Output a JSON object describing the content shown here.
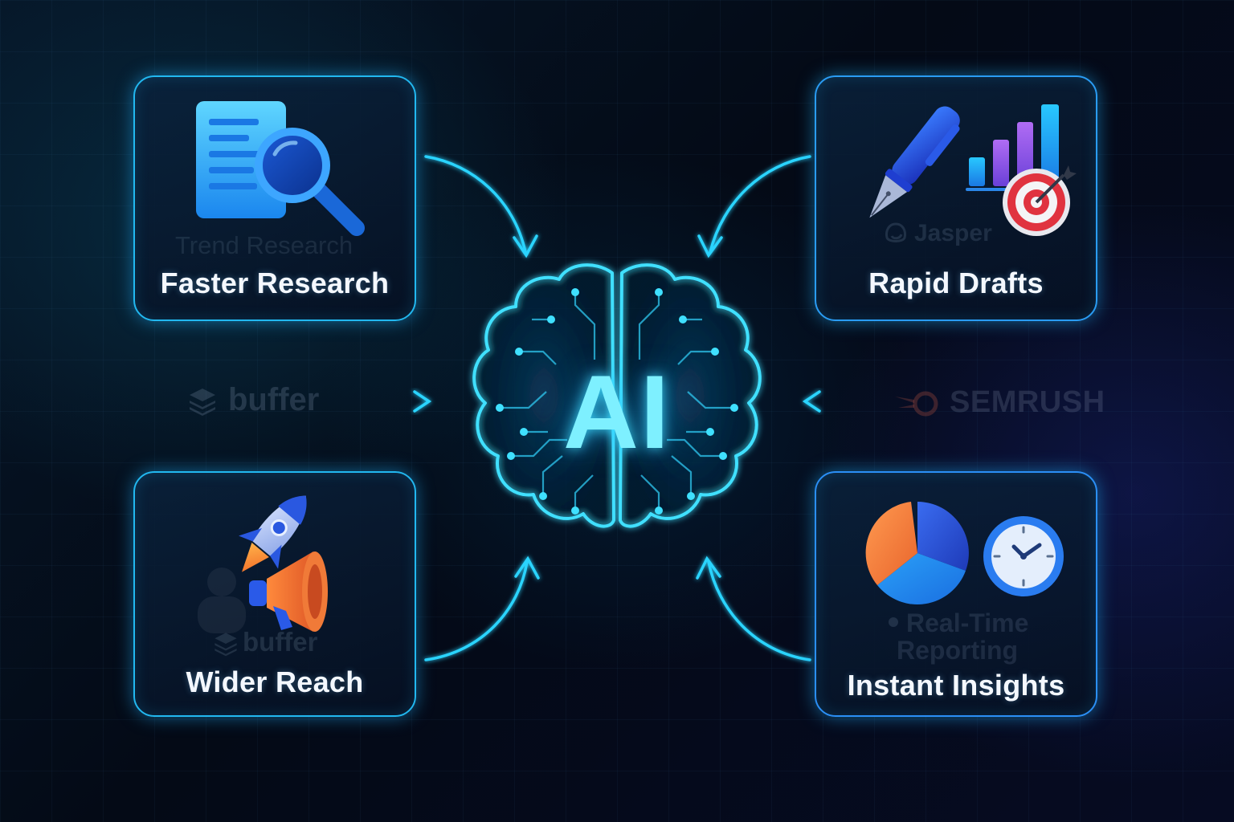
{
  "center": {
    "label": "AI"
  },
  "cards": {
    "top_left": {
      "title": "Faster Research",
      "faint_label": "Trend Research",
      "icons": [
        "document-icon",
        "magnifier-icon"
      ]
    },
    "top_right": {
      "title": "Rapid Drafts",
      "faint_label": "Jasper",
      "icons": [
        "fountain-pen-icon",
        "bar-chart-icon",
        "target-icon"
      ]
    },
    "bottom_left": {
      "title": "Wider Reach",
      "faint_label": "buffer",
      "icons": [
        "rocket-icon",
        "megaphone-icon"
      ]
    },
    "bottom_right": {
      "title": "Instant Insights",
      "faint_label_line1": "Real-Time",
      "faint_label_line2": "Reporting",
      "icons": [
        "pie-chart-icon",
        "clock-icon"
      ]
    }
  },
  "side_labels": {
    "left": "buffer",
    "right": "SEMRUSH"
  },
  "colors": {
    "accent": "#22b8f0",
    "glow": "#3fe0ff",
    "background": "#050a14",
    "title_text": "#f4f8ff"
  }
}
